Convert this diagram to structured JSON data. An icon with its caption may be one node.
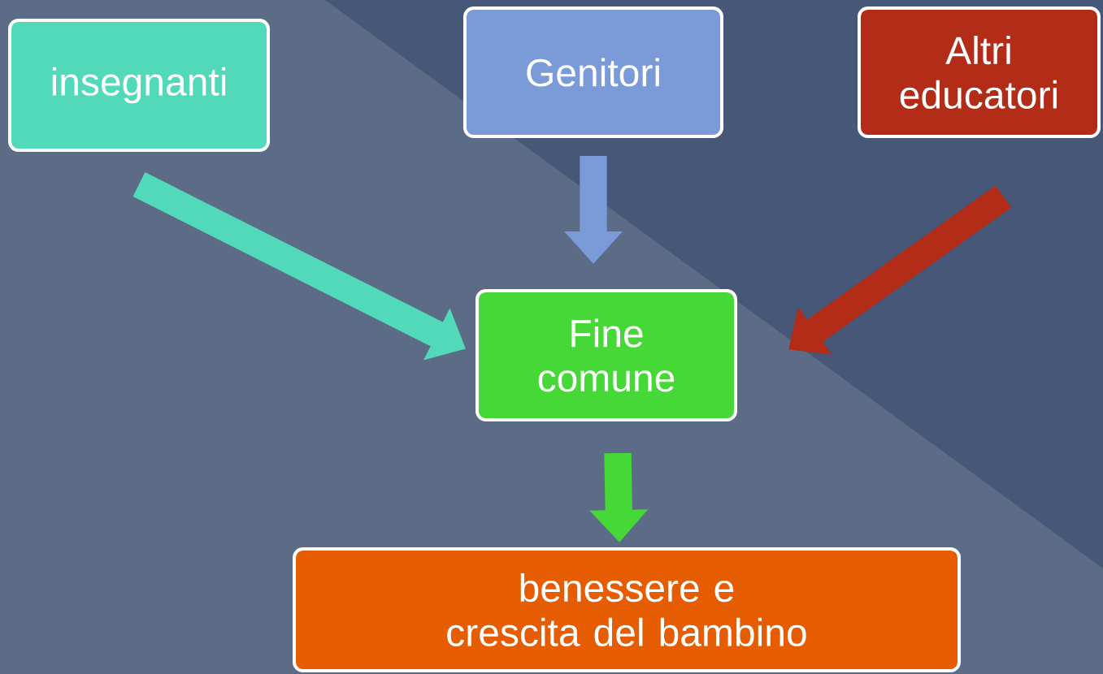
{
  "diagram": {
    "nodes": [
      {
        "text": [
          "insegnanti"
        ]
      },
      {
        "text": [
          "Genitori"
        ]
      },
      {
        "text": [
          "Altri educatori"
        ]
      },
      {
        "text": [
          "Fine comune"
        ]
      },
      {
        "text": [
          "benessere e crescita del bambino"
        ]
      }
    ],
    "edges": [
      {
        "from": 0,
        "to": 3,
        "arrow": "to",
        "color": "#52d9b9"
      },
      {
        "from": 1,
        "to": 3,
        "arrow": "to",
        "color": "#7a9ad8"
      },
      {
        "from": 2,
        "to": 3,
        "arrow": "to",
        "color": "#b22c17"
      },
      {
        "from": 3,
        "to": 4,
        "arrow": "to",
        "color": "#45d836"
      }
    ]
  }
}
